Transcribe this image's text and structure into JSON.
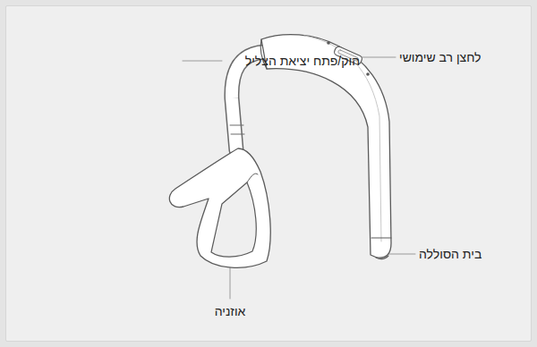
{
  "diagram": {
    "labels": [
      "הוק/פתח יציאת הצליל",
      "לחצן רב שימושי",
      "בית הסוללה",
      "אוזניה"
    ]
  }
}
